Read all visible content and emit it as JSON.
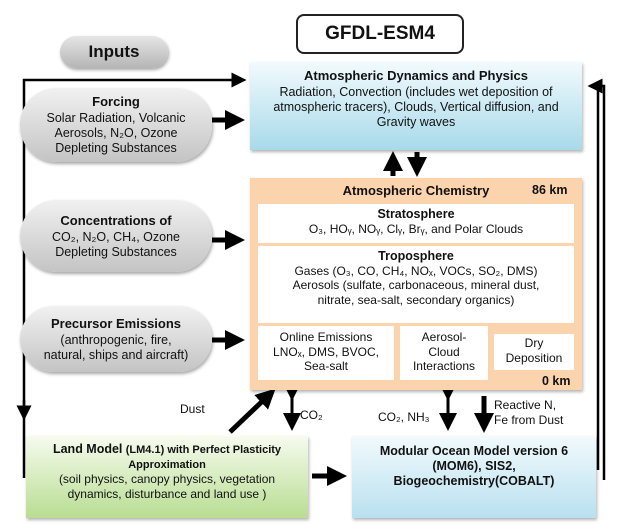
{
  "title": "GFDL-ESM4",
  "inputs_label": "Inputs",
  "forcing": {
    "heading": "Forcing",
    "lines": [
      "Solar Radiation, Volcanic",
      "Aerosols, N₂O, Ozone",
      "Depleting Substances"
    ]
  },
  "concentrations": {
    "heading": "Concentrations of",
    "lines": [
      "CO₂, N₂O, CH₄, Ozone",
      "Depleting Substances"
    ]
  },
  "precursor": {
    "heading": "Precursor Emissions",
    "lines": [
      "(anthropogenic, fire,",
      "natural, ships and aircraft)"
    ]
  },
  "atm_dynamics": {
    "heading": "Atmospheric Dynamics and Physics",
    "lines": [
      "Radiation, Convection (includes wet deposition of",
      "atmospheric tracers), Clouds, Vertical diffusion, and",
      "Gravity waves"
    ]
  },
  "atm_chem": {
    "heading": "Atmospheric Chemistry",
    "top_km": "86 km",
    "bottom_km": "0 km",
    "stratosphere": {
      "heading": "Stratosphere",
      "line": "O₃, HOᵧ, NOᵧ, Clᵧ, Brᵧ, and Polar Clouds"
    },
    "troposphere": {
      "heading": "Troposphere",
      "lines": [
        "Gases (O₃, CO, CH₄, NOₓ, VOCs, SO₂, DMS)",
        "Aerosols (sulfate, carbonaceous, mineral dust,",
        "nitrate, sea-salt, secondary organics)"
      ]
    },
    "online_emissions": [
      "Online Emissions",
      "LNOₓ, DMS, BVOC,",
      "Sea-salt"
    ],
    "aerosol_cloud": [
      "Aerosol-",
      "Cloud",
      "Interactions"
    ],
    "dry_deposition": [
      "Dry",
      "Deposition"
    ]
  },
  "land": {
    "heading": "Land Model",
    "heading_small": "(LM4.1) with Perfect Plasticity",
    "heading_small2": "Approximation",
    "lines": [
      "(soil physics, canopy physics, vegetation",
      "dynamics, disturbance and land use )"
    ]
  },
  "ocean": {
    "lines": [
      "Modular Ocean Model version 6",
      "(MOM6), SIS2,",
      "Biogeochemistry(COBALT)"
    ]
  },
  "flow_labels": {
    "dust": "Dust",
    "co2": "CO₂",
    "co2_nh3": "CO₂, NH₃",
    "reactive_n": "Reactive N,",
    "fe_dust": "Fe from Dust"
  }
}
